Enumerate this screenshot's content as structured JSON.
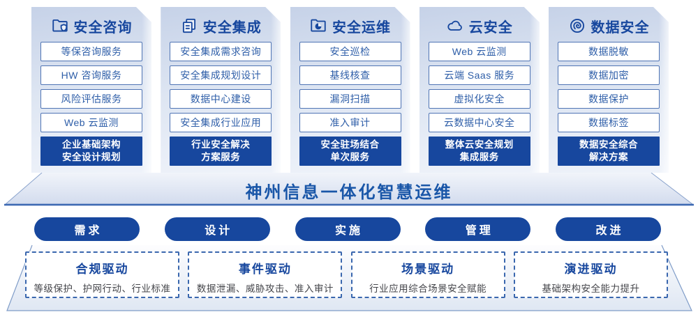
{
  "colors": {
    "accent": "#17479E",
    "banner_text": "#1956A8",
    "item_text": "#2E5EA8",
    "desc_text": "#45464B"
  },
  "columns": [
    {
      "icon": "folder-shield-icon",
      "title": "安全咨询",
      "items": [
        "等保咨询服务",
        "HW 咨询服务",
        "风险评估服务",
        "Web 云监测"
      ],
      "footer": [
        "企业基础架构",
        "安全设计规划"
      ]
    },
    {
      "icon": "documents-icon",
      "title": "安全集成",
      "items": [
        "安全集成需求咨询",
        "安全集成规划设计",
        "数据中心建设",
        "安全集成行业应用"
      ],
      "footer": [
        "行业安全解决",
        "方案服务"
      ]
    },
    {
      "icon": "folder-pie-icon",
      "title": "安全运维",
      "items": [
        "安全巡检",
        "基线核查",
        "漏洞扫描",
        "准入审计"
      ],
      "footer": [
        "安全驻场结合",
        "单次服务"
      ]
    },
    {
      "icon": "cloud-icon",
      "title": "云安全",
      "items": [
        "Web 云监测",
        "云端 Saas 服务",
        "虚拟化安全",
        "云数据中心安全"
      ],
      "footer": [
        "整体云安全规划",
        "集成服务"
      ]
    },
    {
      "icon": "fingerprint-icon",
      "title": "数据安全",
      "items": [
        "数据脱敏",
        "数据加密",
        "数据保护",
        "数据标签"
      ],
      "footer": [
        "数据安全综合",
        "解决方案"
      ]
    }
  ],
  "banner": {
    "title": "神州信息一体化智慧运维"
  },
  "pills": [
    "需求",
    "设计",
    "实施",
    "管理",
    "改进"
  ],
  "drivers": [
    {
      "title": "合规驱动",
      "desc": "等级保护、护网行动、行业标准"
    },
    {
      "title": "事件驱动",
      "desc": "数据泄漏、威胁攻击、准入审计"
    },
    {
      "title": "场景驱动",
      "desc": "行业应用综合场景安全赋能"
    },
    {
      "title": "演进驱动",
      "desc": "基础架构安全能力提升"
    }
  ]
}
